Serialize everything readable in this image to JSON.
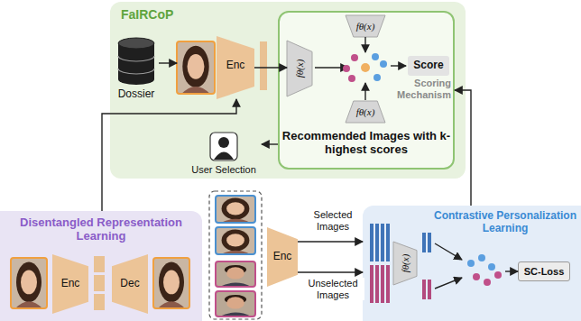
{
  "diagram": {
    "nodes": [
      {
        "text": [
          "FaIRCoP"
        ]
      },
      {
        "text": [
          "Dossier"
        ],
        "in": 0
      },
      {
        "text": [
          "Enc"
        ],
        "in": 0
      },
      {
        "text": [
          "Scoring Mechanism",
          "Recommended Images with k-highest scores"
        ],
        "in": 0
      },
      {
        "text": [
          "fθ(x)"
        ],
        "in": 3
      },
      {
        "text": [
          "fθ(x)"
        ],
        "in": 3
      },
      {
        "text": [
          "Score"
        ],
        "in": 3
      },
      {
        "text": [
          "fθ(x)"
        ],
        "in": 3
      },
      {
        "text": [
          "User Selection"
        ],
        "in": 0
      },
      {
        "text": [
          "Disentangled Representation Learning"
        ]
      },
      {
        "text": [
          "Enc"
        ],
        "in": 9
      },
      {
        "text": [
          "Dec"
        ],
        "in": 9
      },
      {
        "text": [
          "Enc"
        ]
      },
      {
        "text": [
          "Contrastive Personalization Learning"
        ]
      },
      {
        "text": [
          "fθ(x)"
        ],
        "in": 13
      },
      {
        "text": [
          "SC-Loss"
        ],
        "in": 13
      }
    ],
    "edges": [
      {
        "from": 1,
        "to": 2,
        "arrow": "to"
      },
      {
        "from": 2,
        "to": 4,
        "arrow": "to"
      },
      {
        "from": 3,
        "to": 8,
        "arrow": "to"
      },
      {
        "from": 9,
        "to": 2,
        "arrow": "to"
      },
      {
        "from": 12,
        "to": 13,
        "label": "Selected Images",
        "arrow": "to"
      },
      {
        "from": 12,
        "to": 13,
        "label": "Unselected Images",
        "arrow": "to"
      },
      {
        "from": 13,
        "to": 3,
        "arrow": "to"
      }
    ]
  }
}
